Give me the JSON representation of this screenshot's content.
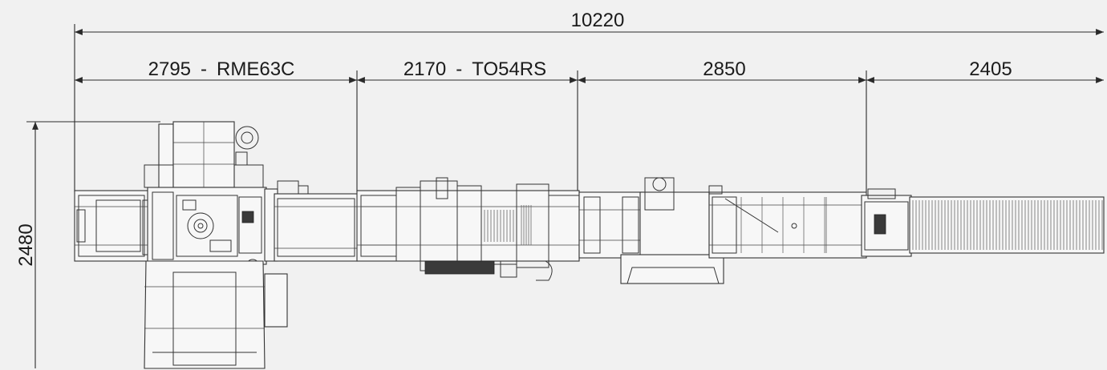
{
  "dimensions": {
    "total_length": "10220",
    "height": "2480",
    "segments": [
      {
        "value": "2795",
        "model": "RME63C",
        "separator": "-"
      },
      {
        "value": "2170",
        "model": "TO54RS",
        "separator": "-"
      },
      {
        "value": "2850"
      },
      {
        "value": "2405"
      }
    ]
  },
  "colors": {
    "background": "#f1f1f1",
    "line": "#2a2a2a"
  }
}
